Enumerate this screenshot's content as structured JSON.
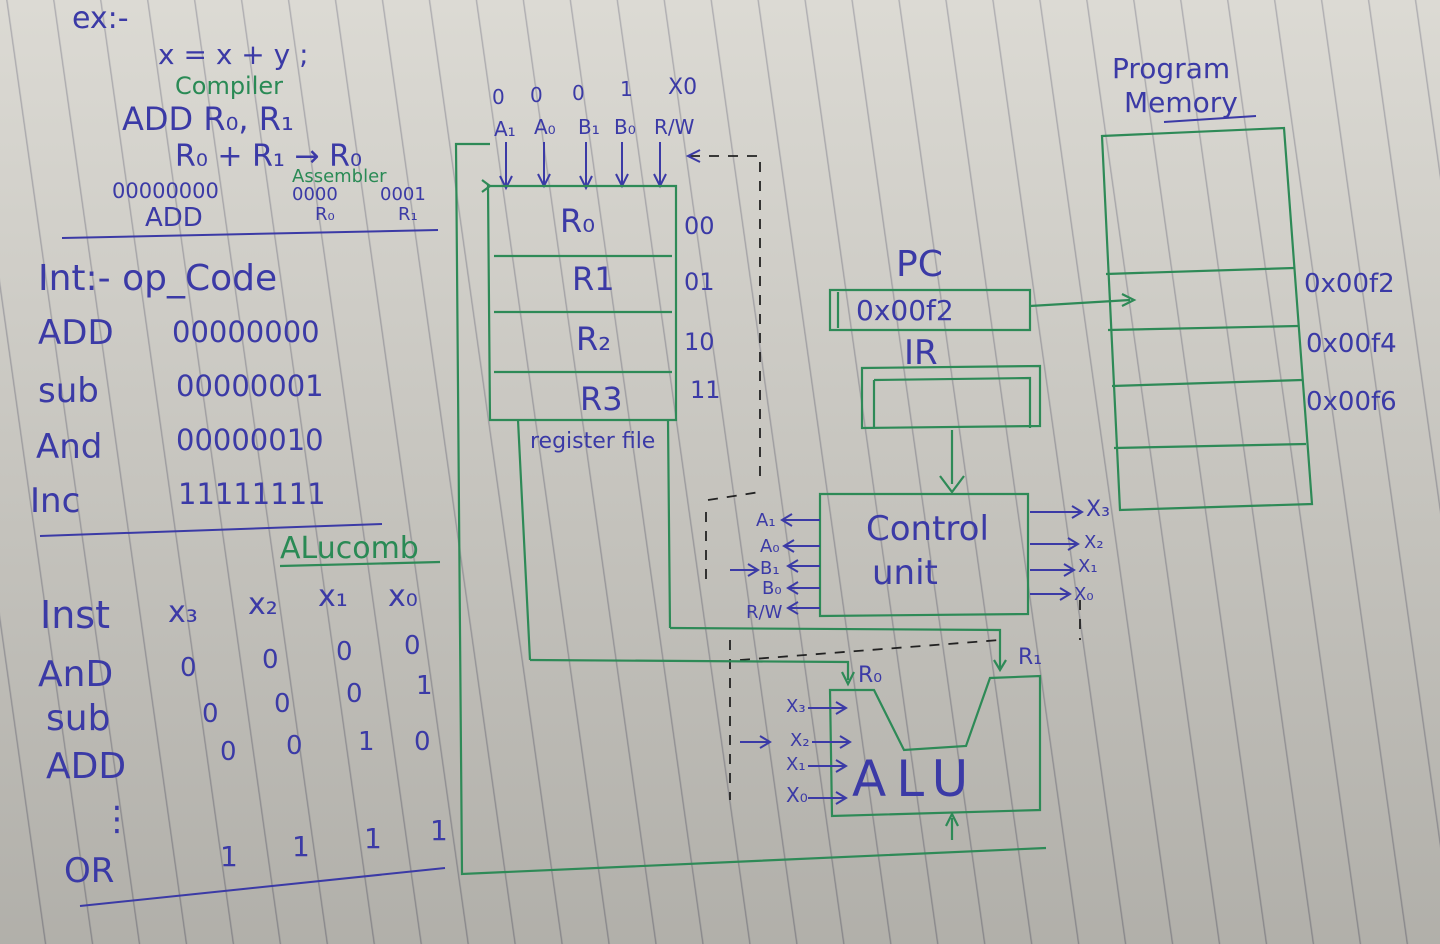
{
  "example": {
    "heading": "ex:-",
    "statement": "x = x + y ;",
    "compiler_label": "Compiler",
    "asm": "ADD R₀, R₁",
    "rtl": "R₀ + R₁ → R₀",
    "assembler_label": "Assembler",
    "bin_opcode": "00000000",
    "bin_r0": "0000",
    "bin_r1": "0001",
    "lbl_add": "ADD",
    "lbl_r0": "R₀",
    "lbl_r1": "R₁"
  },
  "opcode_table": {
    "title": "Int:- op_Code",
    "rows": [
      {
        "inst": "ADD",
        "code": "00000000"
      },
      {
        "inst": "sub",
        "code": "00000001"
      },
      {
        "inst": "And",
        "code": "00000010"
      },
      {
        "inst": "Inc",
        "code": "11111111"
      }
    ]
  },
  "alu_comb": {
    "title": "ALucomb",
    "headers": [
      "Inst",
      "x₃",
      "x₂",
      "x₁",
      "x₀"
    ],
    "rows": [
      {
        "inst": "AnD",
        "bits": [
          "0",
          "0",
          "0",
          "0"
        ]
      },
      {
        "inst": "sub",
        "bits": [
          "0",
          "0",
          "0",
          "1"
        ]
      },
      {
        "inst": "ADD",
        "bits": [
          "0",
          "0",
          "1",
          "0"
        ]
      },
      {
        "inst": "OR",
        "bits": [
          "1",
          "1",
          "1",
          "1"
        ]
      }
    ],
    "ellipsis": "⋮"
  },
  "register_file": {
    "top_values": [
      "0",
      "0",
      "0",
      "1",
      "X0"
    ],
    "inputs": [
      "A₁",
      "A₀",
      "B₁",
      "B₀",
      "R/W"
    ],
    "registers": [
      {
        "name": "R₀",
        "addr": "00"
      },
      {
        "name": "R1",
        "addr": "01"
      },
      {
        "name": "R₂",
        "addr": "10"
      },
      {
        "name": "R3",
        "addr": "11"
      }
    ],
    "label": "register file"
  },
  "pc": {
    "label": "PC",
    "value": "0x00f2"
  },
  "ir": {
    "label": "IR"
  },
  "control_unit": {
    "label_line1": "Control",
    "label_line2": "unit",
    "inputs": [
      "A₁",
      "A₀",
      "B₁",
      "B₀",
      "R/W"
    ],
    "outputs": [
      "X₃",
      "X₂",
      "X₁",
      "X₀"
    ]
  },
  "alu": {
    "label": "ALU",
    "in_left": "R₀",
    "in_right": "R₁",
    "ctrl": [
      "X₃",
      "X₂",
      "X₁",
      "X₀"
    ]
  },
  "program_memory": {
    "title_line1": "Program",
    "title_line2": "Memory",
    "addresses": [
      "0x00f2",
      "0x00f4",
      "0x00f6"
    ]
  }
}
